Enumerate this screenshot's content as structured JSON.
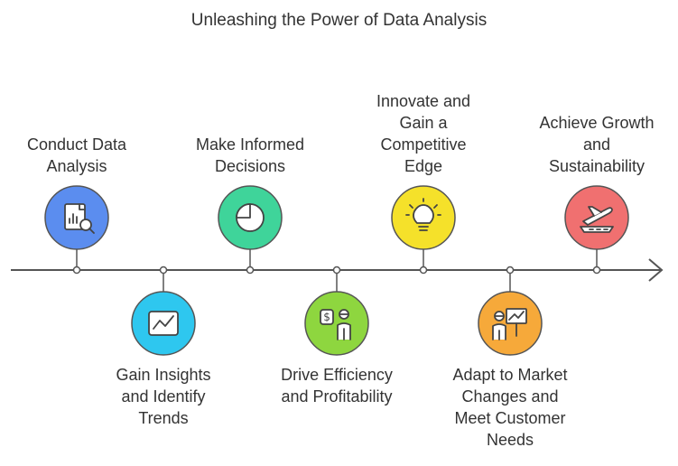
{
  "title": "Unleashing the Power of Data Analysis",
  "steps": [
    {
      "lines": [
        "Conduct Data",
        "Analysis"
      ],
      "icon": "data-analysis-icon",
      "color": "#5b8def",
      "position": "above"
    },
    {
      "lines": [
        "Gain Insights",
        "and Identify",
        "Trends"
      ],
      "icon": "trend-chart-icon",
      "color": "#2ec7ef",
      "position": "below"
    },
    {
      "lines": [
        "Make Informed",
        "Decisions"
      ],
      "icon": "pie-chart-icon",
      "color": "#3fd49a",
      "position": "above"
    },
    {
      "lines": [
        "Drive Efficiency",
        "and Profitability"
      ],
      "icon": "money-person-icon",
      "color": "#8ed63f",
      "position": "below"
    },
    {
      "lines": [
        "Innovate and",
        "Gain a",
        "Competitive",
        "Edge"
      ],
      "icon": "lightbulb-icon",
      "color": "#f5e12a",
      "position": "above"
    },
    {
      "lines": [
        "Adapt to Market",
        "Changes and",
        "Meet Customer",
        "Needs"
      ],
      "icon": "presenter-icon",
      "color": "#f6a93a",
      "position": "below"
    },
    {
      "lines": [
        "Achieve Growth",
        "and",
        "Sustainability"
      ],
      "icon": "plane-takeoff-icon",
      "color": "#f07070",
      "position": "above"
    }
  ]
}
